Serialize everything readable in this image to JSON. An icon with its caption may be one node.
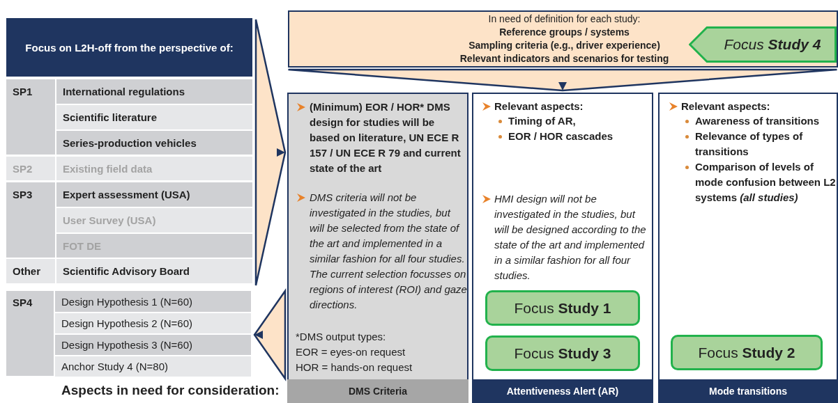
{
  "diagram": {
    "nodes": [
      {
        "text": [
          "Focus on L2H-off from the perspective of:"
        ]
      },
      {
        "text": [
          "SP1"
        ],
        "in": 0
      },
      {
        "text": [
          "International regulations"
        ],
        "in": 0
      },
      {
        "text": [
          "Scientific literature"
        ],
        "in": 0
      },
      {
        "text": [
          "Series-production vehicles"
        ],
        "in": 0
      },
      {
        "text": [
          "SP2"
        ],
        "in": 0
      },
      {
        "text": [
          "Existing field data"
        ],
        "in": 0
      },
      {
        "text": [
          "SP3"
        ],
        "in": 0
      },
      {
        "text": [
          "Expert assessment (USA)"
        ],
        "in": 0
      },
      {
        "text": [
          "User Survey (USA)"
        ],
        "in": 0
      },
      {
        "text": [
          "FOT DE"
        ],
        "in": 0
      },
      {
        "text": [
          "Other"
        ],
        "in": 0
      },
      {
        "text": [
          "Scientific Advisory Board"
        ],
        "in": 0
      },
      {
        "text": [
          "SP4"
        ]
      },
      {
        "text": [
          "Design Hypothesis 1 (N=60)"
        ],
        "in": 13
      },
      {
        "text": [
          "Design Hypothesis 2 (N=60)"
        ],
        "in": 13
      },
      {
        "text": [
          "Design Hypothesis 3 (N=60)"
        ],
        "in": 13
      },
      {
        "text": [
          "Anchor Study 4 (N=80)"
        ],
        "in": 13
      },
      {
        "text": [
          "In need of definition for each study:",
          "Reference groups / systems",
          "Sampling criteria (e.g., driver experience)",
          "Relevant indicators and scenarios for testing"
        ]
      },
      {
        "text": [
          "Focus **Study 4**"
        ],
        "in": 18
      },
      {
        "text": [
          "(Minimum) EOR / HOR* DMS design for studies will be based on literature, UN ECE R 157 / UN ECE R 79 and current state of the art",
          "DMS criteria will not be investigated in the studies, but will be selected from the state of the art and implemented in a similar fashion for all four studies. The current selection focusses on regions of interest (ROI) and gaze directions.",
          "*DMS output types:",
          "EOR = eyes-on request",
          "HOR = hands-on request",
          "DMS Criteria"
        ]
      },
      {
        "text": [
          "Relevant aspects:",
          "Timing of AR,",
          "EOR / HOR cascades",
          "HMI design will not be investigated in the studies, but will be designed according to the state of the art and implemented in a similar fashion for all four studies.",
          "Attentiveness Alert (AR)"
        ]
      },
      {
        "text": [
          "Focus **Study 1**"
        ],
        "in": 21
      },
      {
        "text": [
          "Focus **Study 3**"
        ],
        "in": 21
      },
      {
        "text": [
          "Relevant aspects:",
          "Awareness of transitions",
          "Relevance of types of transitions",
          "Comparison of levels of mode confusion between L2 systems *(all studies)*",
          "Mode transitions"
        ]
      },
      {
        "text": [
          "Focus **Study 2**"
        ],
        "in": 24
      }
    ],
    "edges": [
      {
        "from": 0,
        "to": 20,
        "arrow": "to"
      },
      {
        "from": 20,
        "to": 13,
        "arrow": "to"
      },
      {
        "from": 18,
        "to": 21,
        "arrow": "to"
      }
    ],
    "labels": [
      "Aspects in need for consideration:"
    ]
  }
}
